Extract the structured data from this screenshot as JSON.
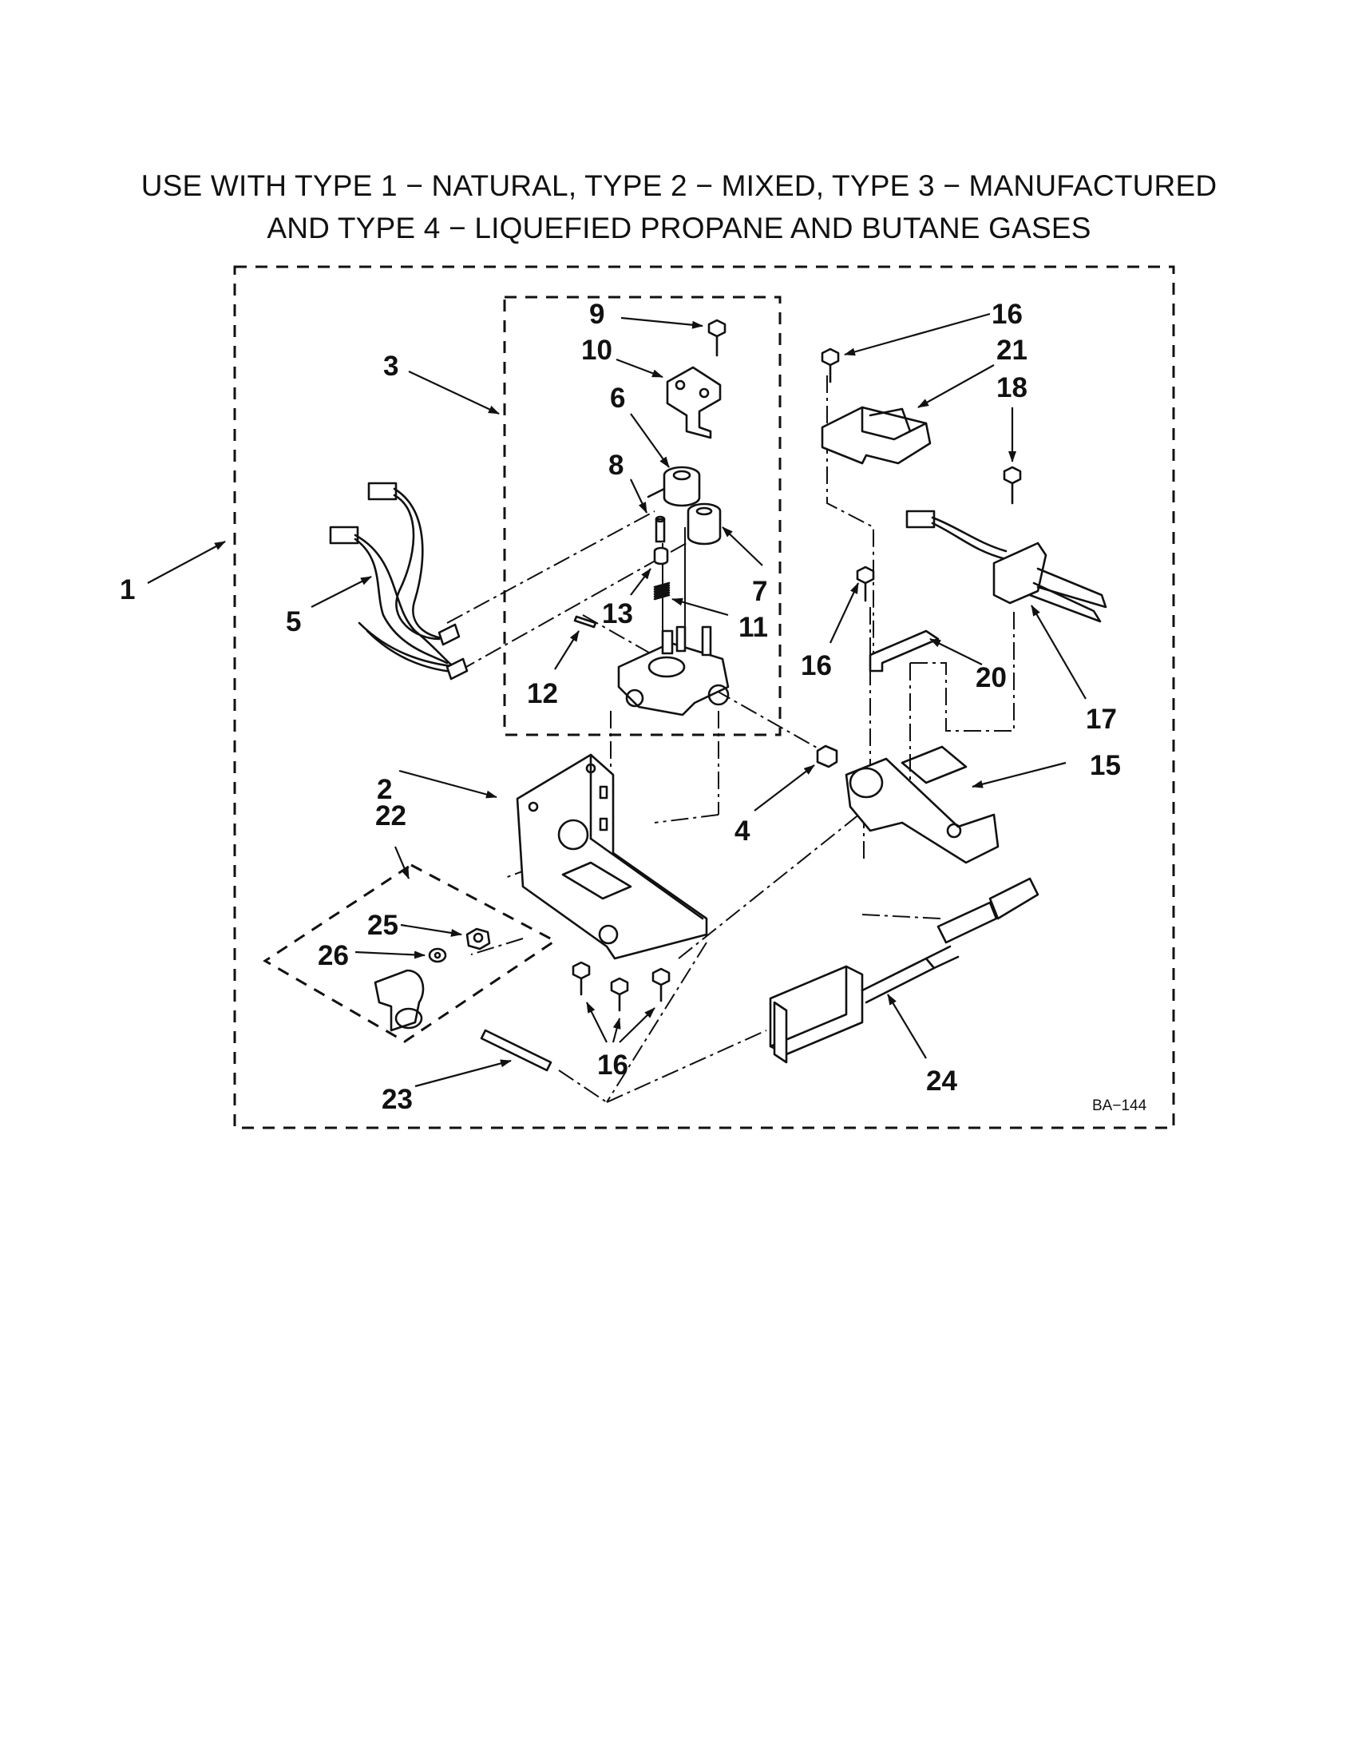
{
  "header": {
    "line1": "USE WITH TYPE 1 − NATURAL, TYPE 2 − MIXED, TYPE 3 − MANUFACTURED",
    "line2": "AND TYPE 4 − LIQUEFIED PROPANE AND BUTANE GASES"
  },
  "diagram_code": "BA−144",
  "callouts": {
    "c1": "1",
    "c2": "2",
    "c3": "3",
    "c4": "4",
    "c5": "5",
    "c6": "6",
    "c7": "7",
    "c8": "8",
    "c9": "9",
    "c10": "10",
    "c11": "11",
    "c12": "12",
    "c13": "13",
    "c15": "15",
    "c16a": "16",
    "c16b": "16",
    "c16c": "16",
    "c17": "17",
    "c18": "18",
    "c20": "20",
    "c21": "21",
    "c22": "22",
    "c23": "23",
    "c24": "24",
    "c25": "25",
    "c26": "26"
  }
}
